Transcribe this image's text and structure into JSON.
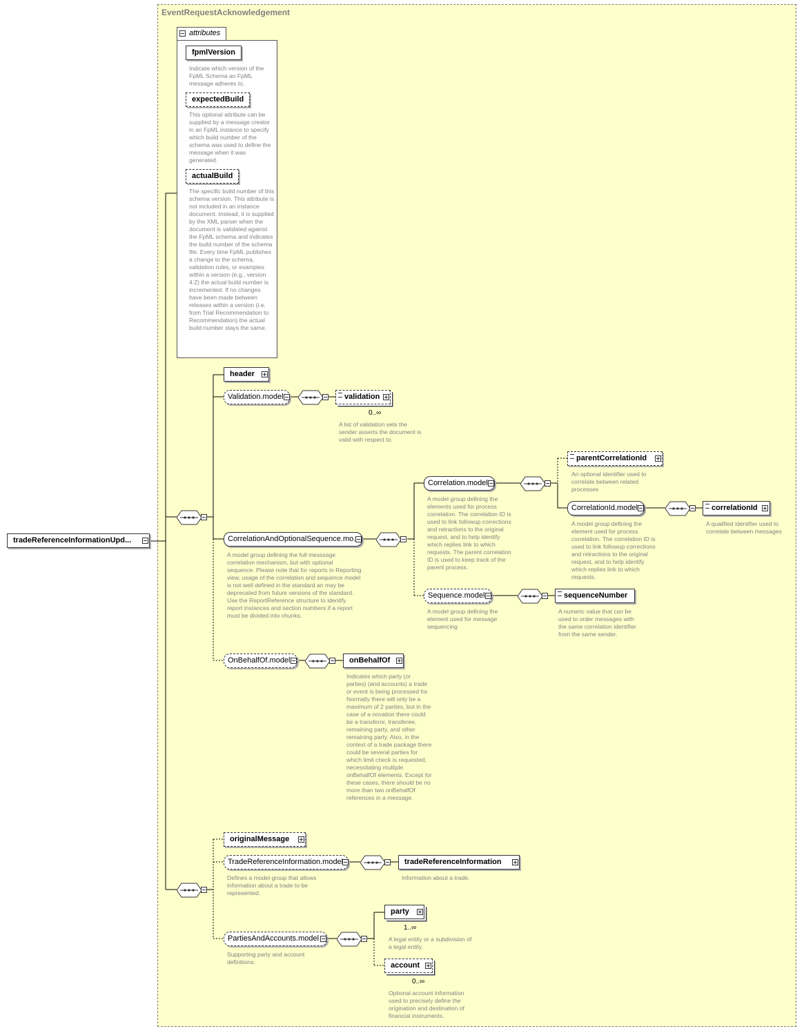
{
  "diagram": {
    "root": "tradeReferenceInformationUpd...",
    "outer_title": "EventRequestAcknowledgement",
    "attributes_label": "attributes",
    "attributes": [
      {
        "name": "fpmlVersion",
        "doc": "Indicate which version of the FpML Schema an FpML message adheres to."
      },
      {
        "name": "expectedBuild",
        "doc": "This optional attribute can be supplied by a message creator in an FpML instance to specify which build number of the schema was used to define the message when it was generated."
      },
      {
        "name": "actualBuild",
        "doc": "The specific build number of this schema version. This attribute is not included in an instance document. Instead, it is supplied by the XML parser when the document is validated against the FpML schema and indicates the build number of the schema file. Every time FpML publishes a change to the schema, validation rules, or examples within a version (e.g., version 4.2) the actual build number is incremented. If no changes have been made between releases within a version (i.e. from Trial Recommendation to Recommendation) the actual build number stays the same."
      }
    ],
    "header": "header",
    "validation_model": "Validation.model",
    "validation": "validation",
    "validation_occ": "0..∞",
    "validation_doc": "A list of validation sets the sender asserts the document is valid with respect to.",
    "corr_seq_model": "CorrelationAndOptionalSequence.mo...",
    "corr_seq_doc": "A model group defining the full messsage correlation mechanism, but with optional sequence. Please note that for reports in Reporting view, usage of the correlation and sequence model is not well defined in the standard an may be deprecated from future versions of the standard. Use the ReportReference structure to identify report instances and section numbers if a report must be divided into chunks.",
    "correlation_model": "Correlation.model",
    "correlation_doc": "A model group defining the elements used for process correlation. The correlation ID is used to link followup corrections and retractions to the original request, and to help identify which replies link to which requests. The parent correlation ID is used to keep track of the parent process.",
    "parent_corr": "parentCorrelationId",
    "parent_corr_doc": "An optional identifier used to correlate between related processes",
    "corr_id_model": "CorrelationId.model",
    "corr_id_model_doc": "A model group defining the element used for process correlation. The correlation ID is used to link followup corrections and retractions to the original request, and to help identify which replies link to which requests.",
    "corr_id": "correlationId",
    "corr_id_doc": "A qualified identifier used to correlate between messages",
    "sequence_model": "Sequence.model",
    "sequence_model_doc": "A model group defining the element used for message sequencing",
    "seq_number": "sequenceNumber",
    "seq_number_doc": "A numeric value that can be used to order messages with the same correlation identifier from the same sender.",
    "obo_model": "OnBehalfOf.model",
    "obo": "onBehalfOf",
    "obo_doc": "Indicates which party (or parties) (and accounts) a trade or event is being processed for. Normally there will only be a maximum of 2 parties, but in the case of a novation there could be a transferor, transferee, remaining party, and other remaining party. Also, in the context of a trade package there could be several parties for which limit check is requested, necessitating multiple onBehalfOf elements. Except for these cases, there should be no more than two onBehalfOf references in a message.",
    "original_message": "originalMessage",
    "tri_model": "TradeReferenceInformation.model",
    "tri_model_doc": "Defines a model group that allows information about a trade to be represented.",
    "tri": "tradeReferenceInformation",
    "tri_doc": "Information about a trade.",
    "pa_model": "PartiesAndAccounts.model",
    "pa_model_doc": "Supporting party and account definitions.",
    "party": "party",
    "party_occ": "1..∞",
    "party_doc": "A legal entity or a subdivision of a legal entity.",
    "account": "account",
    "account_occ": "0..∞",
    "account_doc": "Optional account information used to precisely define the origination and destination of financial instruments."
  }
}
